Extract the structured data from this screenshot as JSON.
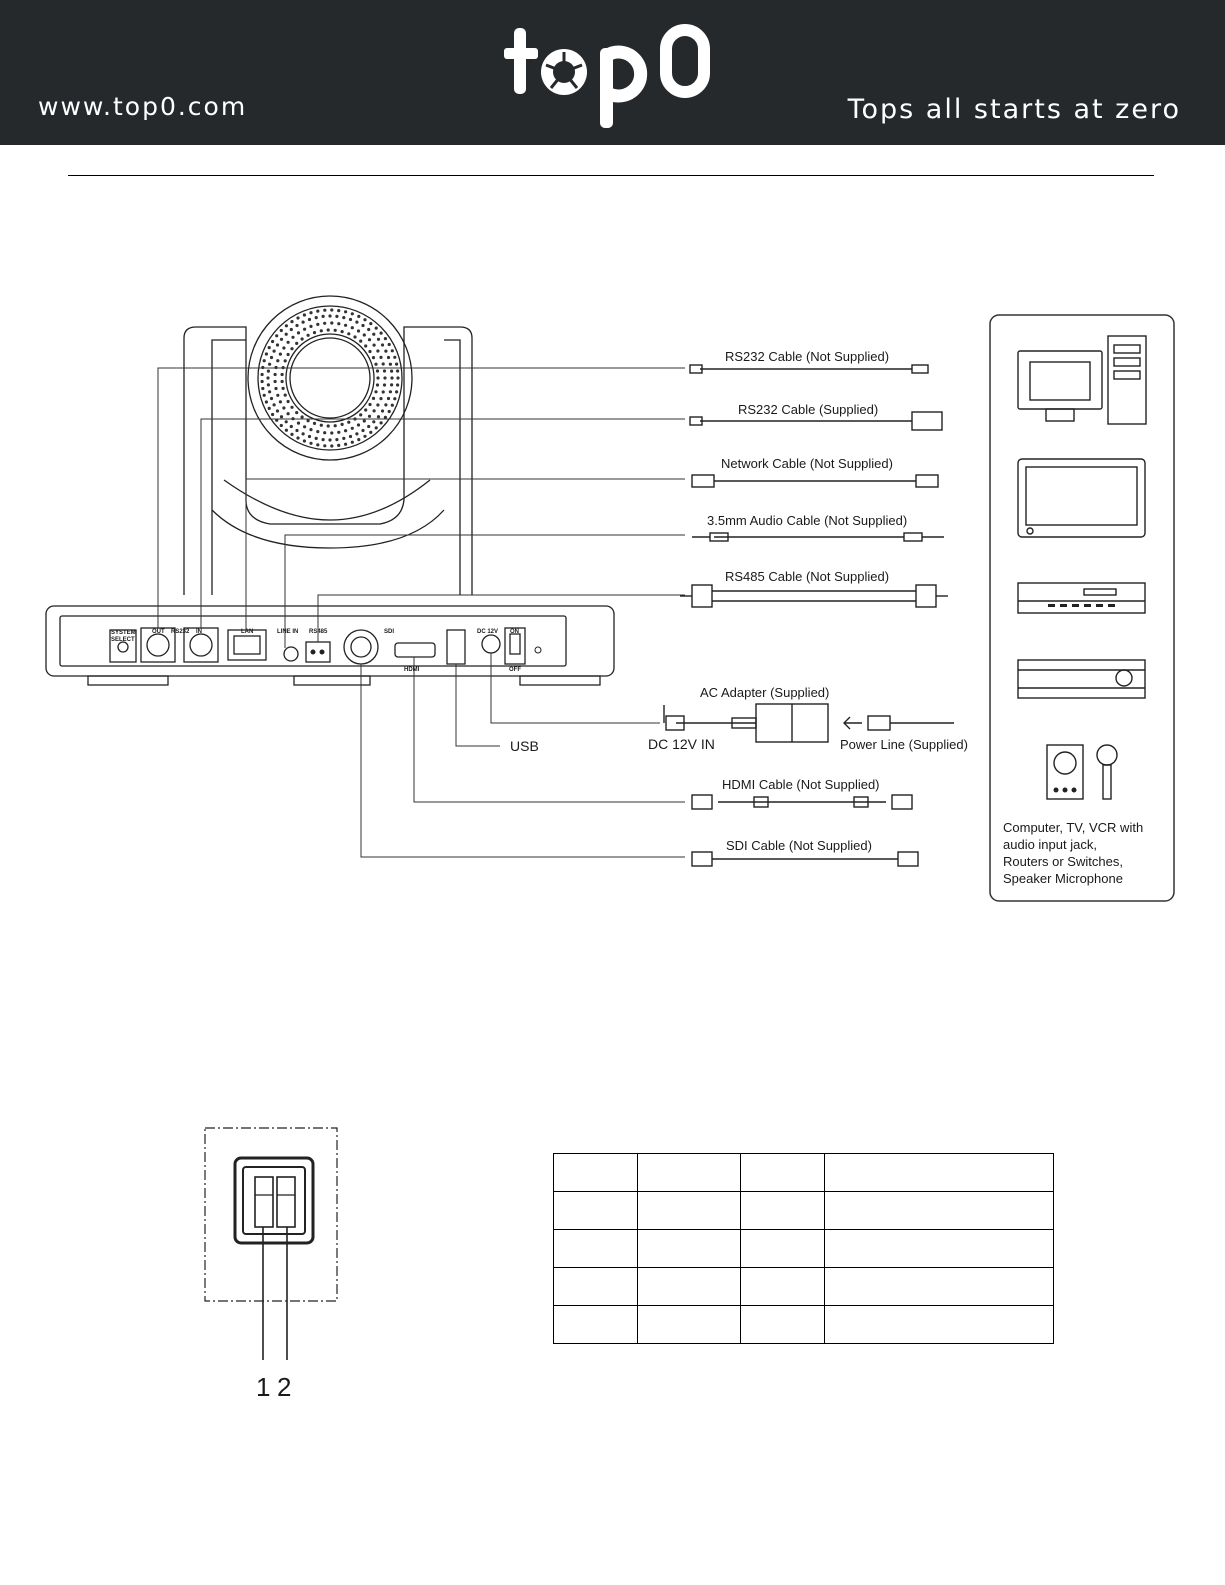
{
  "header": {
    "site_url": "www.top0.com",
    "tagline": "Tops all starts at zero",
    "logo_text": "top0",
    "background_color": "#25292b"
  },
  "diagram": {
    "cables": [
      {
        "label": "RS232 Cable  (Not Supplied)"
      },
      {
        "label": "RS232 Cable  (Supplied)"
      },
      {
        "label": "Network Cable  (Not Supplied)"
      },
      {
        "label": "3.5mm Audio Cable (Not Supplied)"
      },
      {
        "label": "RS485 Cable  (Not Supplied)"
      },
      {
        "label": "HDMI Cable  (Not Supplied)"
      },
      {
        "label": "SDI Cable  (Not Supplied)"
      }
    ],
    "ac_adapter": "AC Adapter (Supplied)",
    "dc_in": "DC 12V IN",
    "power_line": "Power Line (Supplied)",
    "usb": "USB",
    "ports": {
      "system_select_1": "SYSTEM",
      "system_select_2": "SELECT",
      "out": "OUT",
      "rs232": "RS232",
      "in": "IN",
      "lan": "LAN",
      "line_in": "LINE IN",
      "rs485": "RS485",
      "sdi": "SDI",
      "hdmi": "HDMI",
      "dc12v": "DC 12V",
      "on": "ON",
      "off": "OFF"
    },
    "devices_caption": [
      "Computer, TV, VCR with",
      "audio input jack,",
      "Routers or Switches,",
      "Speaker Microphone"
    ]
  },
  "connector": {
    "pin_labels": [
      "1",
      "2"
    ]
  },
  "pin_table": {
    "rows": [
      [
        "",
        "",
        "",
        ""
      ],
      [
        "",
        "",
        "",
        ""
      ],
      [
        "",
        "",
        "",
        ""
      ],
      [
        "",
        "",
        "",
        ""
      ],
      [
        "",
        "",
        "",
        ""
      ]
    ]
  }
}
